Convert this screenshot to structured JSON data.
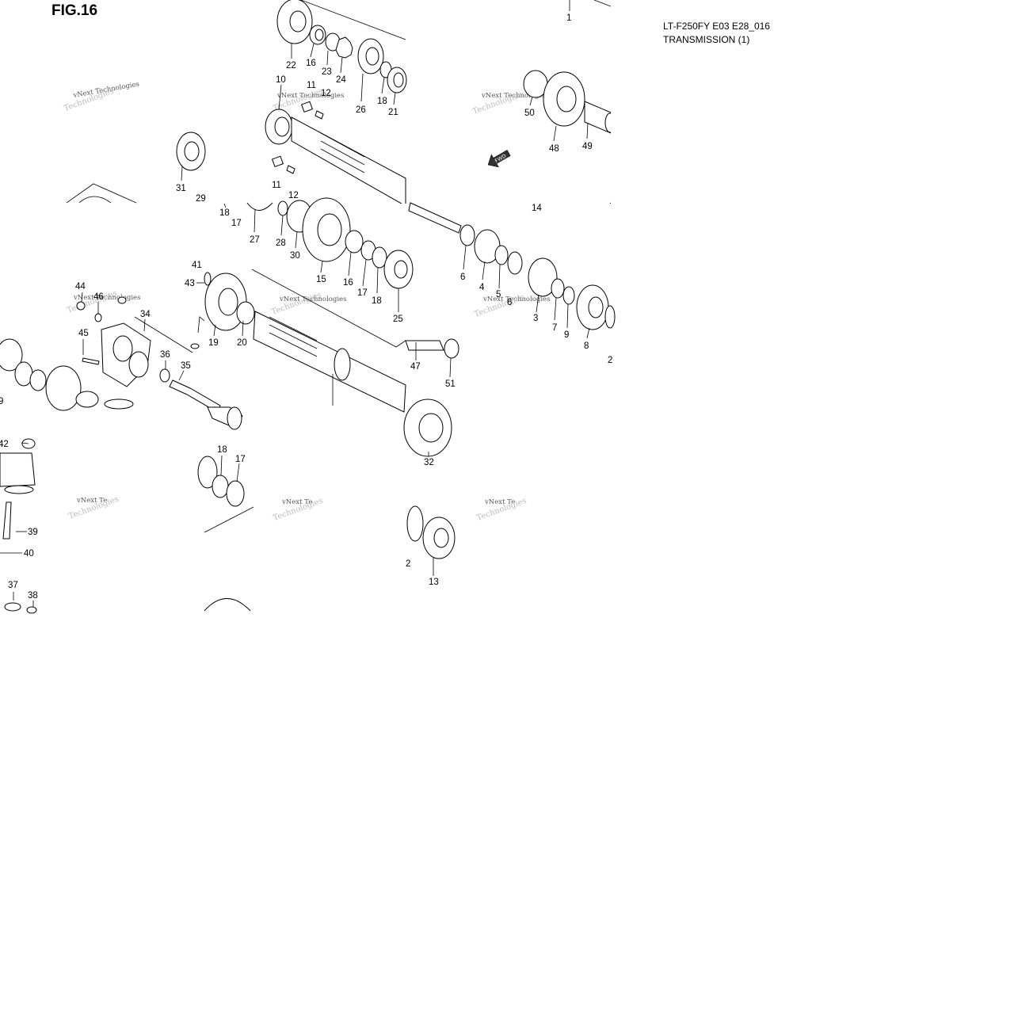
{
  "header": {
    "figure": "FIG.16",
    "model_line": "LT-F250FY E03 E28_016",
    "section_line": "TRANSMISSION (1)"
  },
  "watermark": {
    "line1": "vNext Technologies",
    "line2": "Technologies",
    "fragment": "vNext Te"
  },
  "fwd_label": "FWD",
  "callouts": [
    "1",
    "22",
    "16",
    "23",
    "24",
    "26",
    "18",
    "21",
    "10",
    "11",
    "12",
    "11",
    "12",
    "31",
    "29",
    "18",
    "17",
    "27",
    "28",
    "30",
    "15",
    "16",
    "17",
    "18",
    "25",
    "6",
    "4",
    "5",
    "6",
    "3",
    "7",
    "9",
    "8",
    "2",
    "50",
    "48",
    "49",
    "14",
    "41",
    "43",
    "44",
    "46",
    "34",
    "45",
    "19",
    "20",
    "47",
    "51",
    "36",
    "35",
    "9",
    "42",
    "18",
    "17",
    "39",
    "40",
    "37",
    "38",
    "32",
    "2",
    "13"
  ]
}
